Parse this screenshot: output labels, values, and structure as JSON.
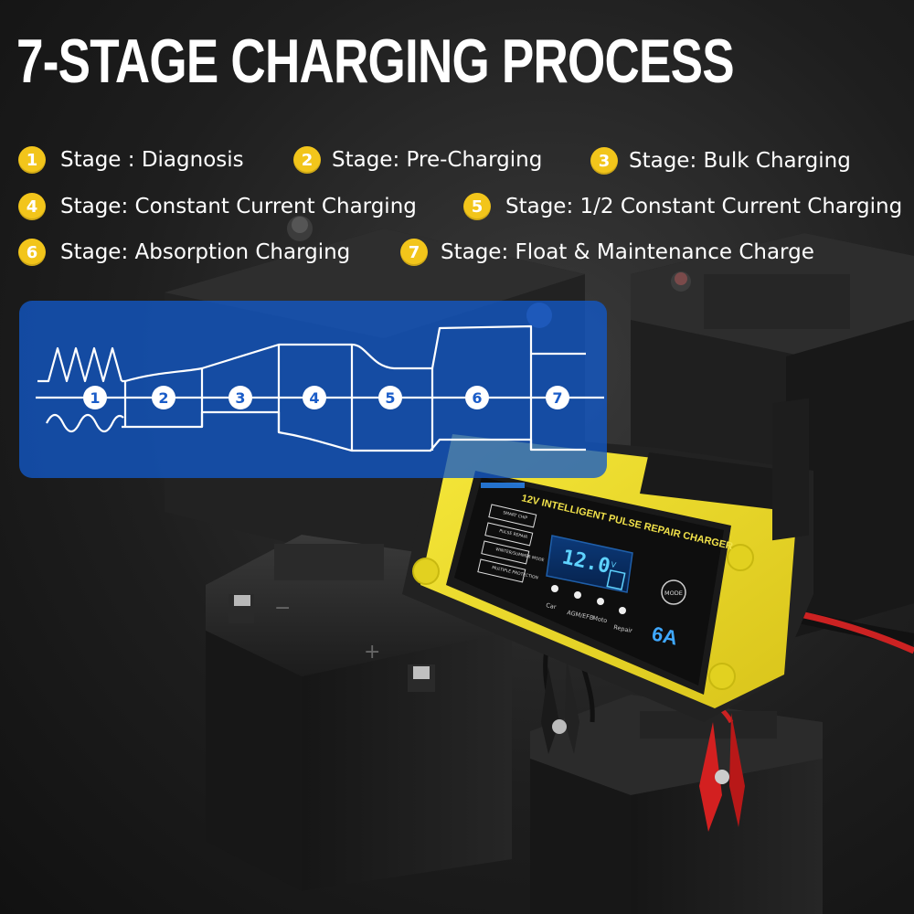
{
  "title": "7-STAGE CHARGING PROCESS",
  "stages": [
    {
      "num": "1",
      "text": "Stage : Diagnosis"
    },
    {
      "num": "2",
      "text": "Stage: Pre-Charging"
    },
    {
      "num": "3",
      "text": "Stage: Bulk Charging"
    },
    {
      "num": "4",
      "text": "Stage: Constant Current Charging"
    },
    {
      "num": "5",
      "text": "Stage: 1/2 Constant Current Charging"
    },
    {
      "num": "6",
      "text": "Stage: Absorption Charging"
    },
    {
      "num": "7",
      "text": "Stage: Float & Maintenance Charge"
    }
  ],
  "diagram": {
    "labels": [
      "1",
      "2",
      "3",
      "4",
      "5",
      "6",
      "7"
    ]
  },
  "charger": {
    "product_name": "12V INTELLIGENT PULSE REPAIR CHARGER",
    "features": [
      "SMART CHIP",
      "PULSE REPAIR",
      "WINTER/SUMMER MODE",
      "MULTIPLE PROTECTION"
    ],
    "display_value": "12.0",
    "display_unit": "V",
    "modes": [
      "Car",
      "AGM/EFB",
      "Moto",
      "Repair"
    ],
    "mode_button": "MODE",
    "current_rating": "6A"
  },
  "battery_marks": {
    "minus": "−",
    "plus": "+"
  },
  "colors": {
    "accent_yellow": "#f2c51b",
    "panel_blue": "#1a5cc8",
    "charger_yellow": "#f2e02a",
    "display_cyan": "#5fd3ff",
    "clip_red": "#d32020"
  }
}
